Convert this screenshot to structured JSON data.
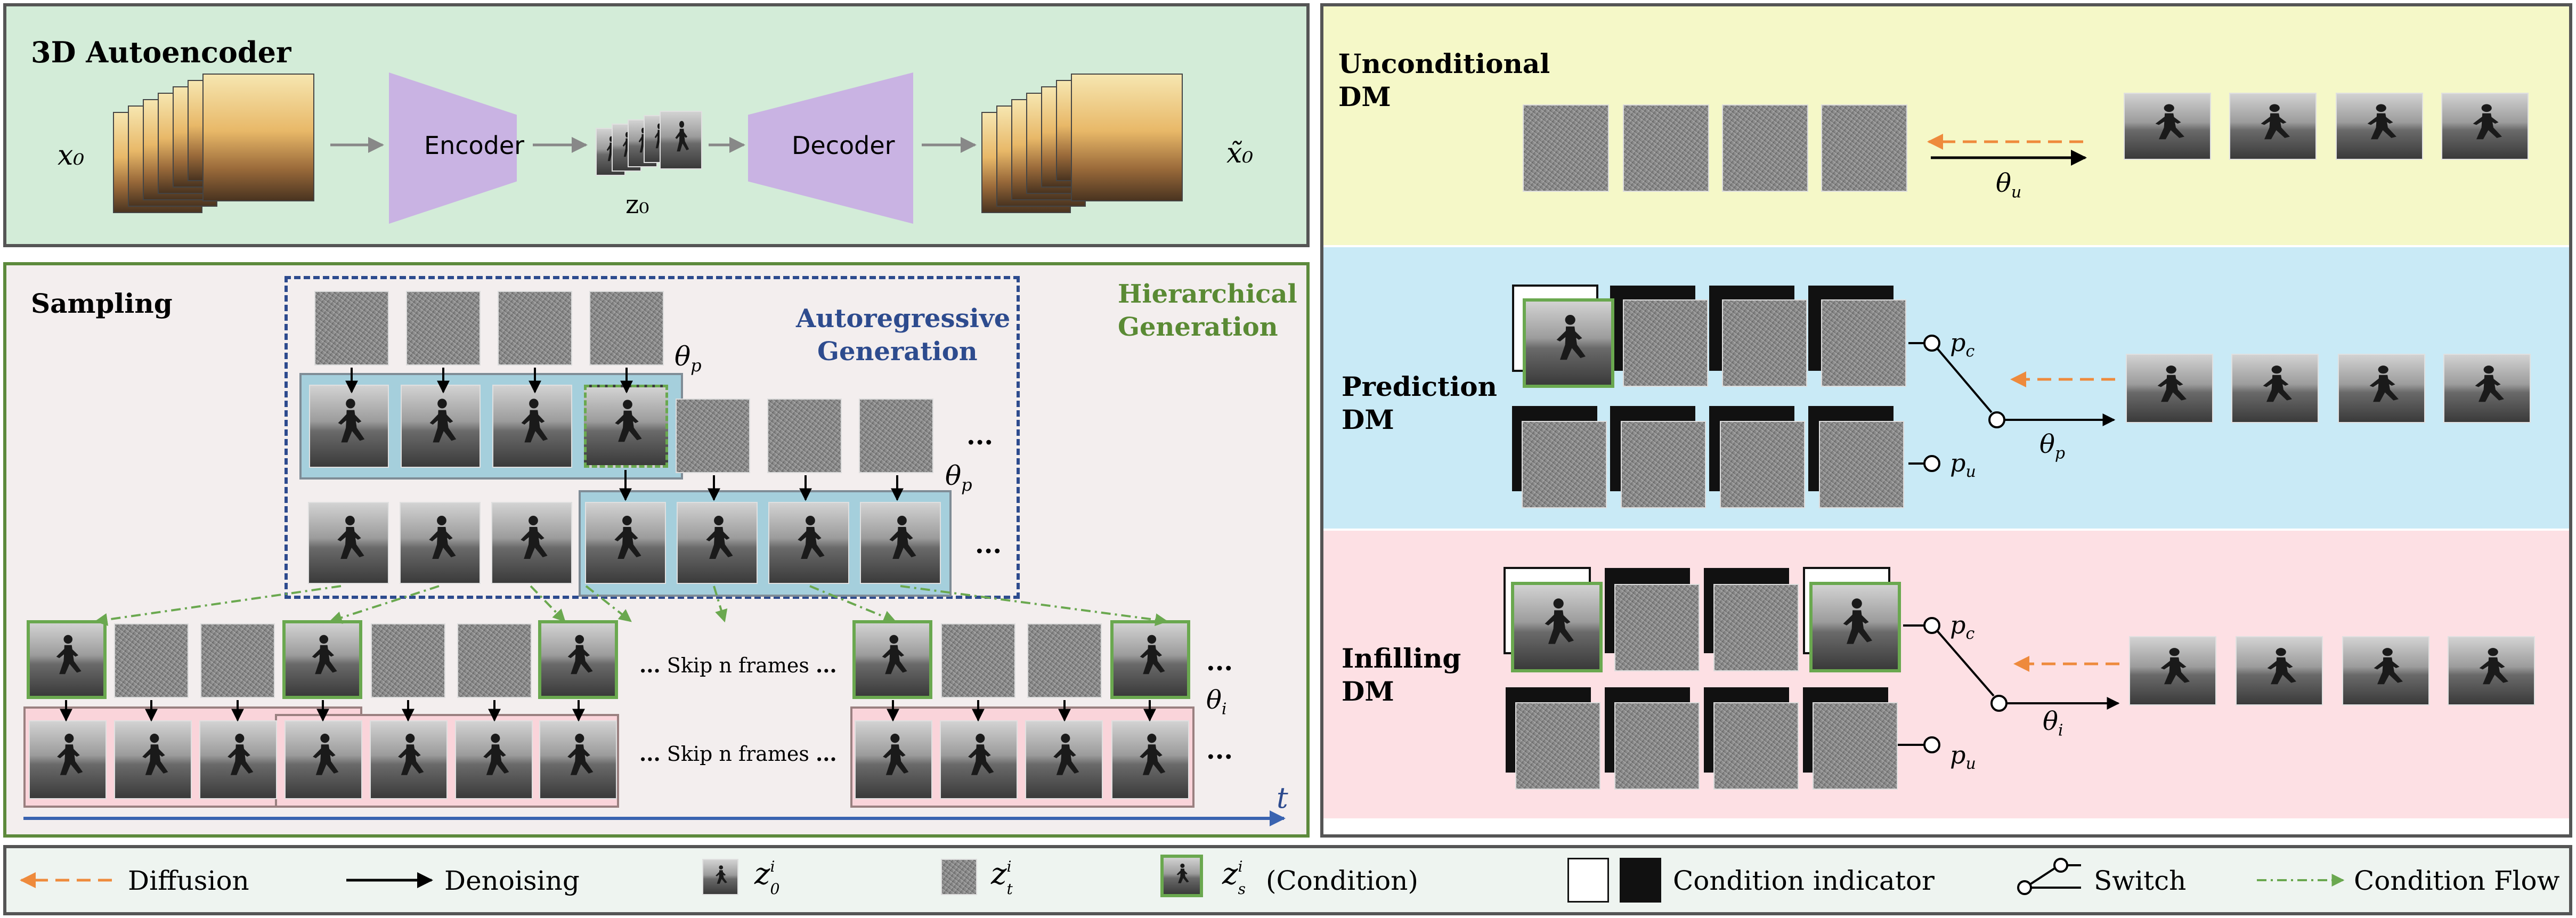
{
  "autoencoder": {
    "title": "3D Autoencoder",
    "x0": "x₀",
    "encoder": "Encoder",
    "z0": "z₀",
    "decoder": "Decoder",
    "xtilde": "x̃₀"
  },
  "sampling": {
    "title": "Sampling",
    "autoregressive_line1": "Autoregressive",
    "autoregressive_line2": "Generation",
    "hierarchical_line1": "Hierarchical",
    "hierarchical_line2": "Generation",
    "theta_p": "θ",
    "theta_p_sub": "p",
    "theta_i": "θ",
    "theta_i_sub": "i",
    "ellipsis": "...",
    "skip": "Skip n frames",
    "time": "t"
  },
  "unconditional": {
    "title_line1": "Unconditional",
    "title_line2": "DM",
    "theta": "θ",
    "theta_sub": "u"
  },
  "prediction": {
    "title_line1": "Prediction",
    "title_line2": "DM",
    "theta": "θ",
    "theta_sub": "p",
    "pc": "p",
    "pc_sub": "c",
    "pu": "p",
    "pu_sub": "u"
  },
  "infilling": {
    "title_line1": "Infilling",
    "title_line2": "DM",
    "theta": "θ",
    "theta_sub": "i",
    "pc": "p",
    "pc_sub": "c",
    "pu": "p",
    "pu_sub": "u"
  },
  "legend": {
    "diffusion": "Diffusion",
    "denoising": "Denoising",
    "z0": "z",
    "z0_sub": "0",
    "zt": "z",
    "zt_sub": "t",
    "zs": "z",
    "zs_sub": "s",
    "sup": "i",
    "condition": "(Condition)",
    "condition_indicator": "Condition indicator",
    "switch": "Switch",
    "condition_flow": "Condition Flow"
  },
  "colors": {
    "diffusion_arrow": "#ee8a3c",
    "hierarchical": "#5a8a34",
    "autoregressive": "#2d4b8e",
    "time_axis": "#3a63b0",
    "autoencoder_bg": "#d3ecd8",
    "sampling_bg": "#f3eeee",
    "unconditional_bg": "#f5f8c8",
    "prediction_bg": "#c9eaf6",
    "infilling_bg": "#fde0e4",
    "legend_bg": "#eef4f0"
  }
}
